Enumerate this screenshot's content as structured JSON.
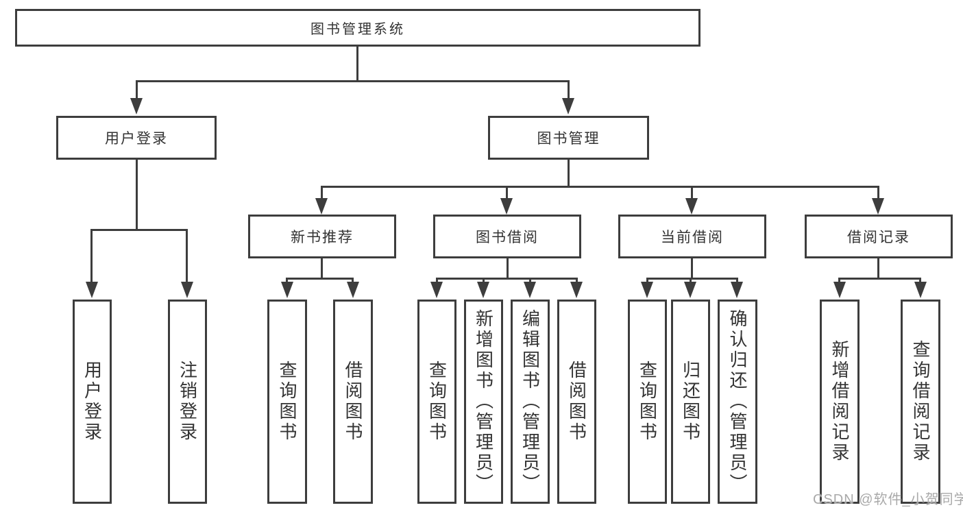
{
  "tree": {
    "root": "图书管理系统",
    "user_login": {
      "label": "用户登录",
      "children": [
        "用户登录",
        "注销登录"
      ]
    },
    "book_mgmt": {
      "label": "图书管理",
      "sections": [
        {
          "label": "新书推荐",
          "children": [
            "查询图书",
            "借阅图书"
          ]
        },
        {
          "label": "图书借阅",
          "children": [
            "查询图书",
            "新增图书（管理员）",
            "编辑图书（管理员）",
            "借阅图书"
          ]
        },
        {
          "label": "当前借阅",
          "children": [
            "查询图书",
            "归还图书",
            "确认归还（管理员）"
          ]
        },
        {
          "label": "借阅记录",
          "children": [
            "新增借阅记录",
            "查询借阅记录"
          ]
        }
      ]
    }
  },
  "watermark": "CSDN @软件_小贺同学",
  "colors": {
    "line": "#3d3d3d",
    "text": "#333333",
    "watermark": "#a9a9a9",
    "background": "#ffffff"
  }
}
